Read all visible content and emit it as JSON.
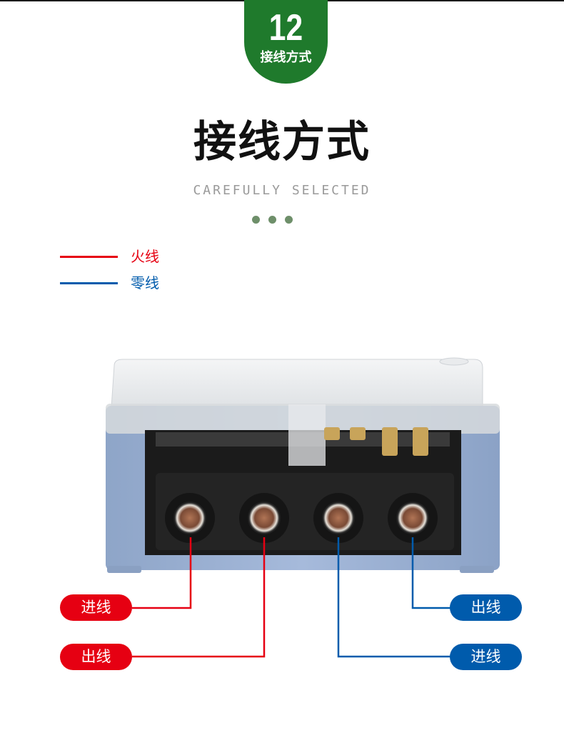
{
  "badge": {
    "number": "12",
    "label": "接线方式"
  },
  "title": "接线方式",
  "subtitle": "CAREFULLY SELECTED",
  "legend": [
    {
      "label": "火线",
      "color": "#e60012"
    },
    {
      "label": "零线",
      "color": "#005bac"
    }
  ],
  "labels": {
    "left_in": "进线",
    "left_out": "出线",
    "right_out": "出线",
    "right_in": "进线"
  },
  "colors": {
    "accent_green": "#1f7a2c",
    "live_red": "#e60012",
    "neutral_blue": "#005bac",
    "dot_green": "#6e8f6a"
  }
}
